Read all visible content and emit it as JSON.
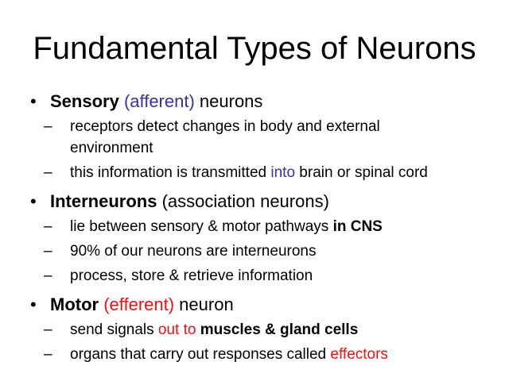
{
  "colors": {
    "background": "#FFFFFF",
    "text": "#000000",
    "blue": "#3333A3",
    "red": "#EE1111"
  },
  "slide": {
    "title": "Fundamental Types of Neurons",
    "l1_marker": "•",
    "l2_marker": "–",
    "items": [
      {
        "level": 1,
        "segs": [
          {
            "t": "Sensory ",
            "style": "bold"
          },
          {
            "t": "(afferent)",
            "style": "blue"
          },
          {
            "t": " neurons",
            "style": "plain"
          }
        ]
      },
      {
        "level": 2,
        "segs": [
          {
            "t": "receptors detect changes in body and external environment",
            "style": "plain"
          }
        ]
      },
      {
        "level": 2,
        "segs": [
          {
            "t": "this information is transmitted ",
            "style": "plain"
          },
          {
            "t": "into",
            "style": "blue"
          },
          {
            "t": " brain or spinal cord",
            "style": "plain"
          }
        ]
      },
      {
        "level": 1,
        "segs": [
          {
            "t": "Interneurons ",
            "style": "bold"
          },
          {
            "t": "(association neurons)",
            "style": "plain"
          }
        ]
      },
      {
        "level": 2,
        "segs": [
          {
            "t": "lie between sensory & motor pathways ",
            "style": "plain"
          },
          {
            "t": "in CNS",
            "style": "bold"
          }
        ]
      },
      {
        "level": 2,
        "segs": [
          {
            "t": "90% of our neurons are interneurons",
            "style": "plain"
          }
        ]
      },
      {
        "level": 2,
        "segs": [
          {
            "t": "process, store & retrieve information",
            "style": "plain"
          }
        ]
      },
      {
        "level": 1,
        "segs": [
          {
            "t": "Motor ",
            "style": "bold"
          },
          {
            "t": "(efferent)",
            "style": "red"
          },
          {
            "t": " neuron",
            "style": "plain"
          }
        ]
      },
      {
        "level": 2,
        "segs": [
          {
            "t": "send signals ",
            "style": "plain"
          },
          {
            "t": "out to ",
            "style": "red"
          },
          {
            "t": "muscles & gland cells",
            "style": "bold"
          }
        ]
      },
      {
        "level": 2,
        "segs": [
          {
            "t": "organs that carry out responses called ",
            "style": "plain"
          },
          {
            "t": "effectors",
            "style": "red"
          }
        ]
      }
    ]
  }
}
